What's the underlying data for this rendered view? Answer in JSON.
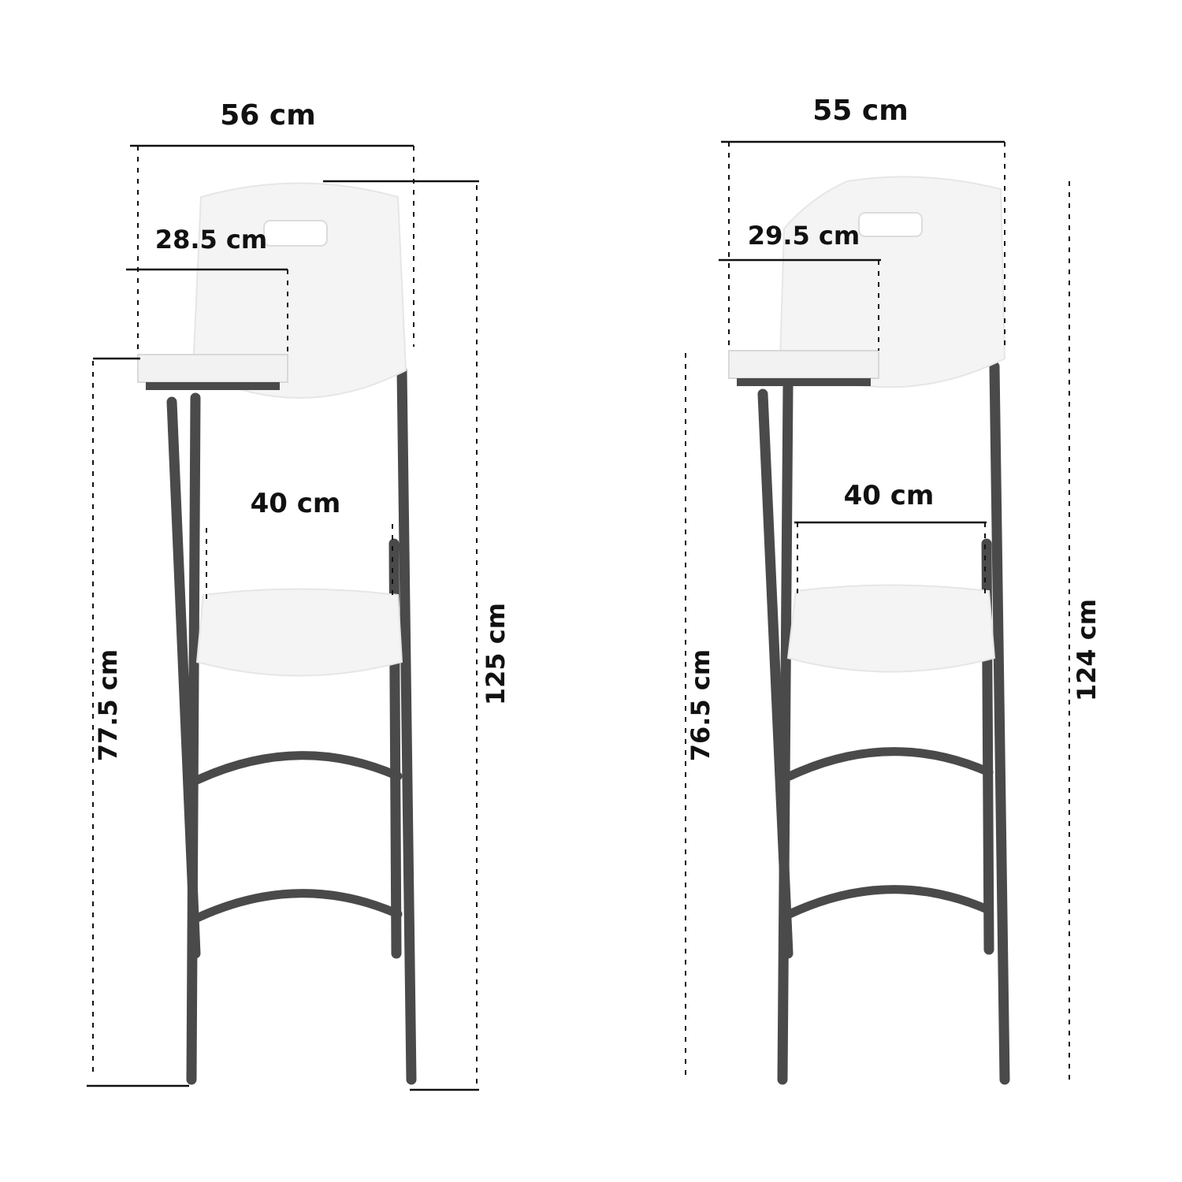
{
  "diagram": {
    "left_view": {
      "overall_width": "56 cm",
      "tray_width": "28.5 cm",
      "seat_width": "40 cm",
      "tray_height": "77.5 cm",
      "overall_height": "125 cm"
    },
    "right_view": {
      "overall_width": "55 cm",
      "tray_width": "29.5 cm",
      "seat_width": "40 cm",
      "tray_height": "76.5 cm",
      "overall_height": "124 cm"
    }
  },
  "colors": {
    "frame": "#4a4a4a",
    "shell": "#f4f4f4",
    "dimension": "#111111"
  }
}
